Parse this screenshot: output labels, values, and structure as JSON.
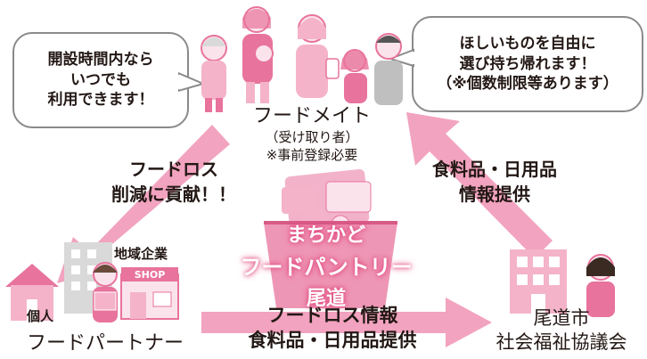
{
  "bubbles": {
    "left": [
      "開設時間内なら",
      "いつでも",
      "利用できます！"
    ],
    "right": [
      "ほしいものを自由に",
      "選び持ち帰れます！",
      "（※個数制限等あります）"
    ]
  },
  "fooddmate": {
    "title": "フードメイト",
    "sub1": "（受け取り者）",
    "sub2": "※事前登録必要"
  },
  "arrows": {
    "left_label": [
      "フードロス",
      "削減に貢献！！"
    ],
    "right_label": [
      "食料品・日用品",
      "情報提供"
    ],
    "bottom_label": [
      "フードロス情報",
      "食料品・日用品提供"
    ]
  },
  "center": {
    "line1": "まちかど",
    "line2": "フードパントリー",
    "line3": "尾道"
  },
  "partner": {
    "company_label": "地域企業",
    "shop_sign": "SHOP",
    "individual_label": "個人",
    "title": "フードパートナー"
  },
  "council": {
    "line1": "尾道市",
    "line2": "社会福祉協議会"
  },
  "colors": {
    "pink": "#e8739c",
    "pink_light": "#f4b3c9",
    "pink_pale": "#fbe3ec",
    "gray_border": "#8a8a8a"
  }
}
